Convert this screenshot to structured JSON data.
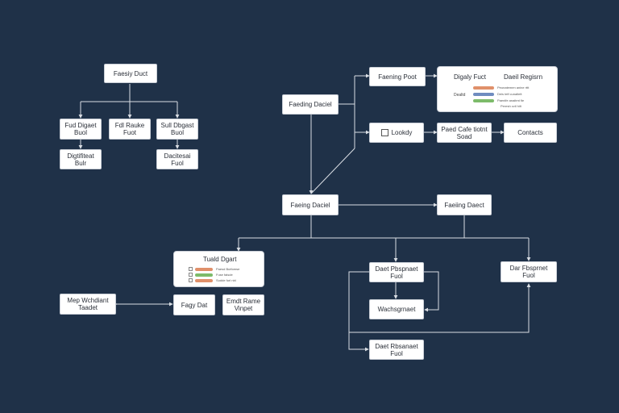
{
  "colors": {
    "background": "#1f3148",
    "line": "#d9dde3",
    "orange": "#e0906a",
    "green": "#7dbb6a",
    "blue": "#6f8cc0"
  },
  "nodes": {
    "top_root": "Faesiy Duct",
    "top_left_a": [
      "Fud Digaet",
      "Buol"
    ],
    "top_mid_a": [
      "Fdl Rauke",
      "Fuot"
    ],
    "top_right_a": [
      "Sull Dbgast",
      "Buol"
    ],
    "top_left_b": [
      "Digtifiteat",
      "Bulr"
    ],
    "top_right_b": [
      "Dacitesai",
      "Fuol"
    ],
    "left_mid": "Faeding Daciel",
    "right_top": "Faening Poot",
    "lookly": "Lookdy",
    "paed": [
      "Paed Cafe tiotnt",
      "Soad"
    ],
    "contacts": "Contacts",
    "center_left": "Faeing Daciel",
    "center_right": "Faeiing Daect",
    "left_panel_source": [
      "Mep Wchdiant",
      "Taadet"
    ],
    "eggs": "Fagy Dat",
    "bottom_mid_right": [
      "Emdt Rame",
      "Vinpet"
    ],
    "dept_a": [
      "Daet Pbspnaet",
      "Fuol"
    ],
    "dept_b": [
      "Dar Fbsprnet",
      "Fuol"
    ],
    "management": "Wachsgrnaet",
    "dept_c": [
      "Daet Rbsanaet",
      "Fuol"
    ]
  },
  "panel_top": {
    "title_left": "Digaly Fuct",
    "title_right": "Daeil Regisrn",
    "row_label": "Dealtd",
    "rows": [
      "Peunatemen anine rttt",
      "Deis telf cunaltelt",
      "Paenlfe anaitmt fie",
      "Peresh cvil hilt"
    ]
  },
  "panel_bottom": {
    "title": "Tuald Dgart",
    "rows": [
      "Paesd Butfomse",
      "Fuse faisde",
      "Sudde furl nbl"
    ]
  }
}
